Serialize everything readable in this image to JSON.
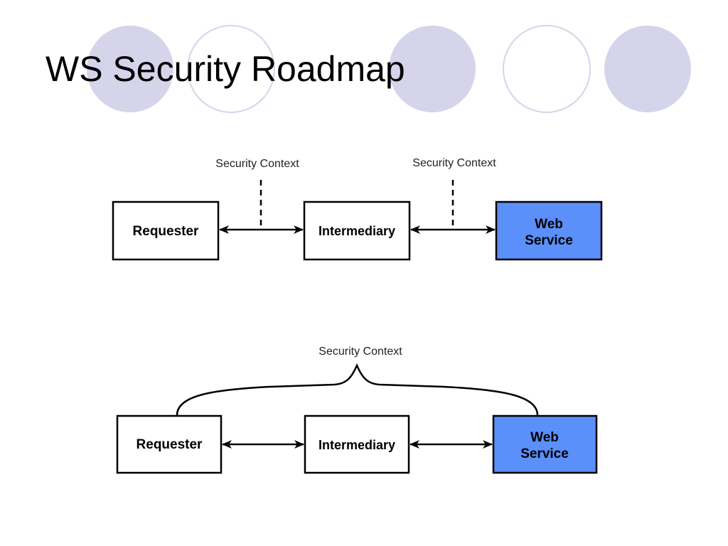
{
  "slide": {
    "title": "WS Security Roadmap"
  },
  "colors": {
    "circle_fill": "#d6d4ea",
    "circle_stroke": "#d6d4ea",
    "web_service_fill": "#5b8ff9",
    "box_stroke": "#000000"
  },
  "top_diagram": {
    "requester": "Requester",
    "intermediary": "Intermediary",
    "web_service_line1": "Web",
    "web_service_line2": "Service",
    "context_left": "Security Context",
    "context_right": "Security Context"
  },
  "bottom_diagram": {
    "requester": "Requester",
    "intermediary": "Intermediary",
    "web_service_line1": "Web",
    "web_service_line2": "Service",
    "context": "Security Context"
  }
}
